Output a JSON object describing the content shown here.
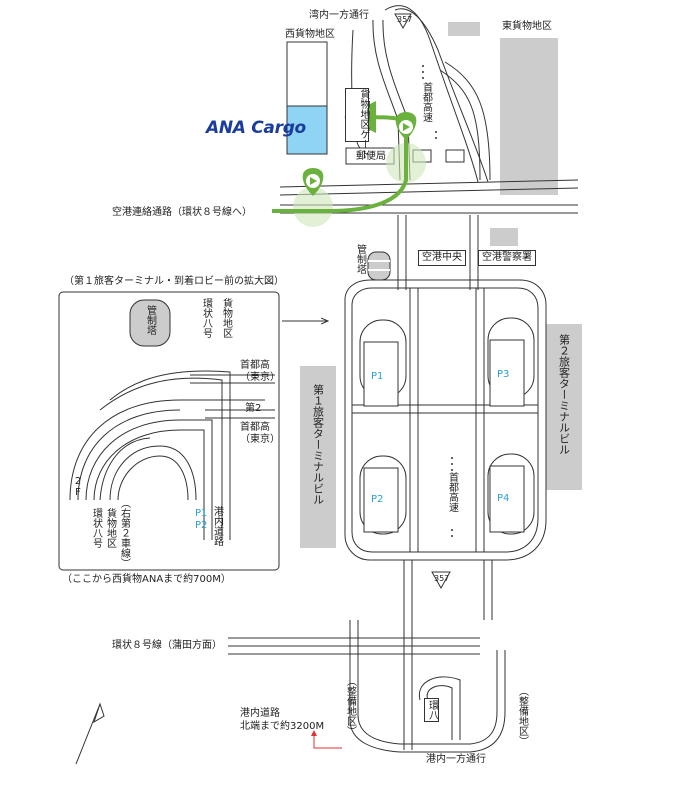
{
  "brand": "ANA Cargo",
  "colors": {
    "route_green": "#6ab23d",
    "highlight_green": "#cfe6b9",
    "cargo_blue": "#8fd3f5",
    "building_gray": "#cccccc",
    "brand_blue": "#1a3c9c",
    "parking_label": "#2aa0d8",
    "arrow_red": "#e03030"
  },
  "labels": {
    "top_road": "湾内一方通行",
    "west_cargo": "西貨物地区",
    "east_cargo": "東貨物地区",
    "cargo_gate": "貨物地区ゲート",
    "expressway_north": "首都高速",
    "post_office": "郵便局",
    "connector_road": "空港連絡通路（環状８号線へ）",
    "control_tower": "管制塔",
    "airport_center": "空港中央",
    "police": "空港警察署",
    "terminal1": "第１旅客ターミナルビル",
    "terminal2": "第２旅客ターミナルビル",
    "expressway_south": "首都高速",
    "kanpachi_south": "環状８号線（蒲田方面）",
    "maint_west": "（整備地区）",
    "maint_east": "（整備地区）",
    "kanpachi_end": "環八",
    "bottom_road": "港内一方通行",
    "port_road_note": "港内道路\n北端まで約3200M",
    "route_357_top": "357",
    "route_357_mid": "357"
  },
  "parking": [
    "P1",
    "P2",
    "P3",
    "P4"
  ],
  "inset": {
    "title": "（第１旅客ターミナル・到着ロビー前の拡大図）",
    "control_tower": "管制塔",
    "kanpachi": "環状八号",
    "cargo_area": "貨物地区",
    "expressway_tokyo_1": "首都高（東京）",
    "second": "第2",
    "expressway_tokyo_2": "首都高（東京）",
    "two_f": "2F",
    "kanpachi_bottom": "環状八号",
    "cargo_area_bottom": "貨物地区",
    "right_lane": "（右第２車線）",
    "p1": "P1",
    "p2": "P2",
    "port_road": "港内道路",
    "footnote": "（ここから西貨物ANAまで約700M）"
  }
}
